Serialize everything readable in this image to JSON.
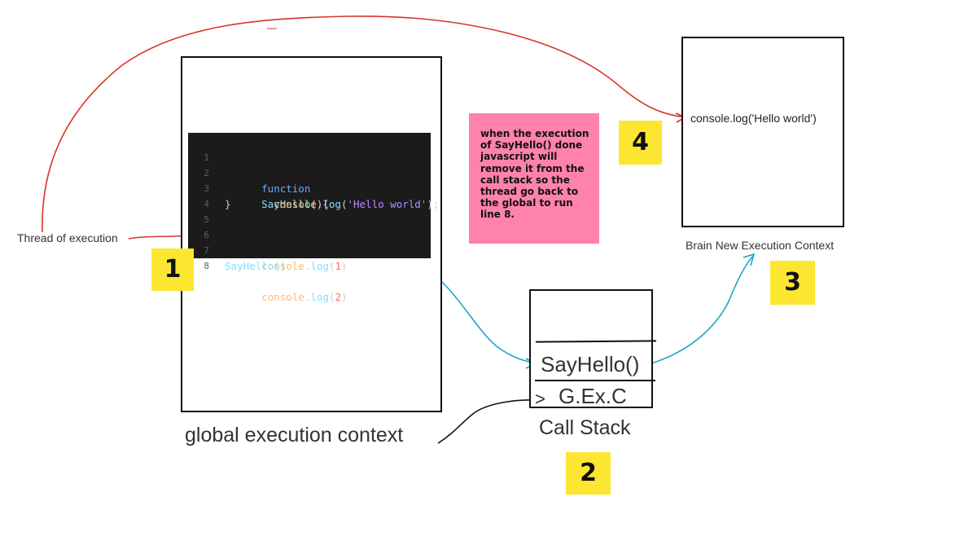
{
  "labels": {
    "thread_of_execution": "Thread of execution",
    "global_execution_context": "global execution context",
    "call_stack": "Call Stack",
    "brain_new_execution_context": "Brain New Execution Context",
    "new_context_content": "console.log('Hello world')"
  },
  "code": {
    "line_numbers": [
      "1",
      "2",
      "3",
      "4",
      "5",
      "6",
      "7",
      "8"
    ],
    "line1": {
      "kw": "function",
      "fn": "SayHello",
      "rest": "(){"
    },
    "line2": {
      "obj": "console",
      "dot": ".",
      "method": "log",
      "open": "(",
      "str": "'Hello world'",
      "close": ");"
    },
    "line3": "}",
    "line6": {
      "obj": "console",
      "dot": ".",
      "method": "log",
      "open": "(",
      "num": "1",
      "close": ")"
    },
    "line7": "SayHello()",
    "line8": {
      "obj": "console",
      "dot": ".",
      "method": "log",
      "open": "(",
      "num": "2",
      "close": ")"
    }
  },
  "call_stack": {
    "frames": [
      "SayHello()",
      "G.Ex.C"
    ],
    "pointer": ">"
  },
  "note": "when the  execution of SayHello() done javascript will remove it from the call stack so the thread go back to the global to run line 8.",
  "steps": [
    "1",
    "2",
    "3",
    "4"
  ],
  "colors": {
    "red_arrow": "#d8352a",
    "teal_arrow": "#1aa6c4",
    "note_bg": "#ff82ad",
    "step_bg": "#fde631",
    "code_bg": "#1b1b1b"
  }
}
